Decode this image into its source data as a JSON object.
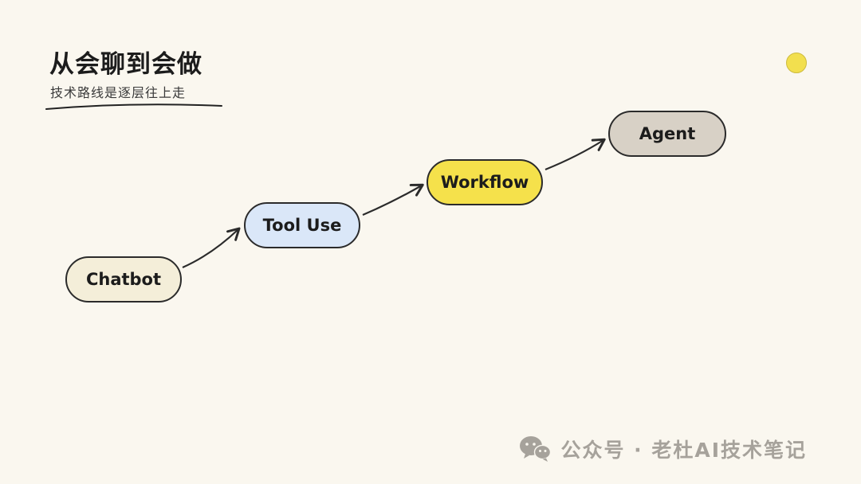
{
  "page": {
    "title": "从会聊到会做",
    "subtitle": "技术路线是逐层往上走",
    "background_color": "#FAF7EF"
  },
  "decor": {
    "corner_dot_color": "#F2DF4E"
  },
  "diagram": {
    "direction": "ascending-left-to-right",
    "nodes": [
      {
        "label": "Chatbot",
        "fill": "#F4EED9"
      },
      {
        "label": "Tool Use",
        "fill": "#DAE7F8"
      },
      {
        "label": "Workflow",
        "fill": "#F5E14B"
      },
      {
        "label": "Agent",
        "fill": "#D8D1C6"
      }
    ],
    "edges": [
      {
        "from": "Chatbot",
        "to": "Tool Use"
      },
      {
        "from": "Tool Use",
        "to": "Workflow"
      },
      {
        "from": "Workflow",
        "to": "Agent"
      }
    ],
    "stroke_color": "#2b2b2b"
  },
  "footer": {
    "watermark": "公众号 · 老杜AI技术笔记"
  }
}
